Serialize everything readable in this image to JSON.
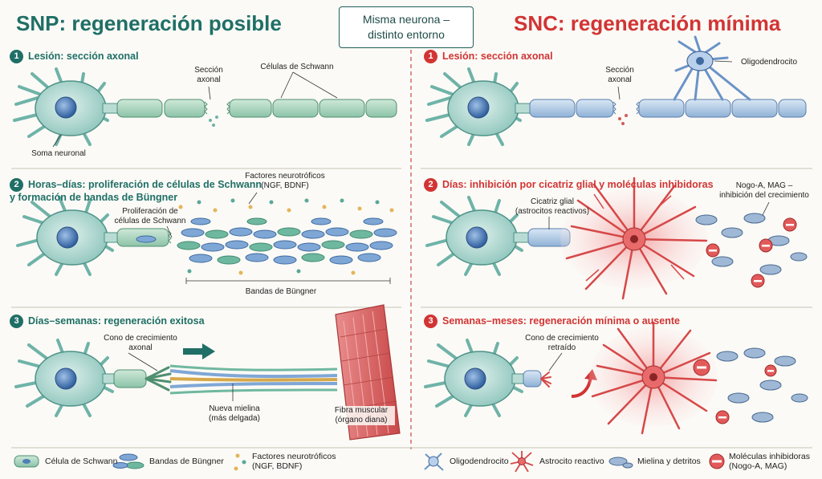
{
  "header": {
    "left_title": "SNP: regeneración posible",
    "right_title": "SNC: regeneración mínima",
    "center_line1": "Misma neurona –",
    "center_line2": "distinto entorno"
  },
  "left": {
    "step1": {
      "num": "1",
      "title": "Lesión: sección axonal",
      "lbl_cut1": "Sección",
      "lbl_cut2": "axonal",
      "lbl_schwann": "Células de Schwann",
      "lbl_soma": "Soma neuronal"
    },
    "step2": {
      "num": "2",
      "title1": "Horas–días: proliferación de células de Schwann",
      "title2": "y formación de bandas de Büngner",
      "lbl_factors1": "Factores neurotróficos",
      "lbl_factors2": "(NGF, BDNF)",
      "lbl_prolif1": "Proliferación de",
      "lbl_prolif2": "células de Schwann",
      "lbl_bands": "Bandas de Büngner"
    },
    "step3": {
      "num": "3",
      "title": "Días–semanas: regeneración exitosa",
      "lbl_cone1": "Cono de crecimiento",
      "lbl_cone2": "axonal",
      "lbl_myelin1": "Nueva mielina",
      "lbl_myelin2": "(más delgada)",
      "lbl_muscle1": "Fibra muscular",
      "lbl_muscle2": "(órgano diana)"
    }
  },
  "right": {
    "step1": {
      "num": "1",
      "title": "Lesión: sección axonal",
      "lbl_cut1": "Sección",
      "lbl_cut2": "axonal",
      "lbl_oligo": "Oligodendrocito"
    },
    "step2": {
      "num": "2",
      "title": "Días: inhibición por cicatriz glial y moléculas inhibidoras",
      "lbl_scar1": "Cicatriz glial",
      "lbl_scar2": "(astrocitos reactivos)",
      "lbl_nogo1": "Nogo-A, MAG –",
      "lbl_nogo2": "inhibición del crecimiento"
    },
    "step3": {
      "num": "3",
      "title": "Semanas–meses: regeneración mínima o ausente",
      "lbl_cone1": "Cono de crecimiento",
      "lbl_cone2": "retraído"
    }
  },
  "legend": {
    "schwann": "Célula de Schwann",
    "bands": "Bandas de Büngner",
    "factors1": "Factores neurotróficos",
    "factors2": "(NGF, BDNF)",
    "oligo": "Oligodendrocito",
    "astro": "Astrocito reactivo",
    "myelin": "Mielina y detritos",
    "inhib1": "Moléculas inhibidoras",
    "inhib2": "(Nogo-A, MAG)"
  },
  "colors": {
    "snp": "#1f6f66",
    "snc": "#d23434",
    "soma": "#9fd0c8",
    "nucleus": "#4f7fb8",
    "schwann": "#a9d3bf",
    "astro": "#e05a5a",
    "muscle": "#e07b7b"
  }
}
